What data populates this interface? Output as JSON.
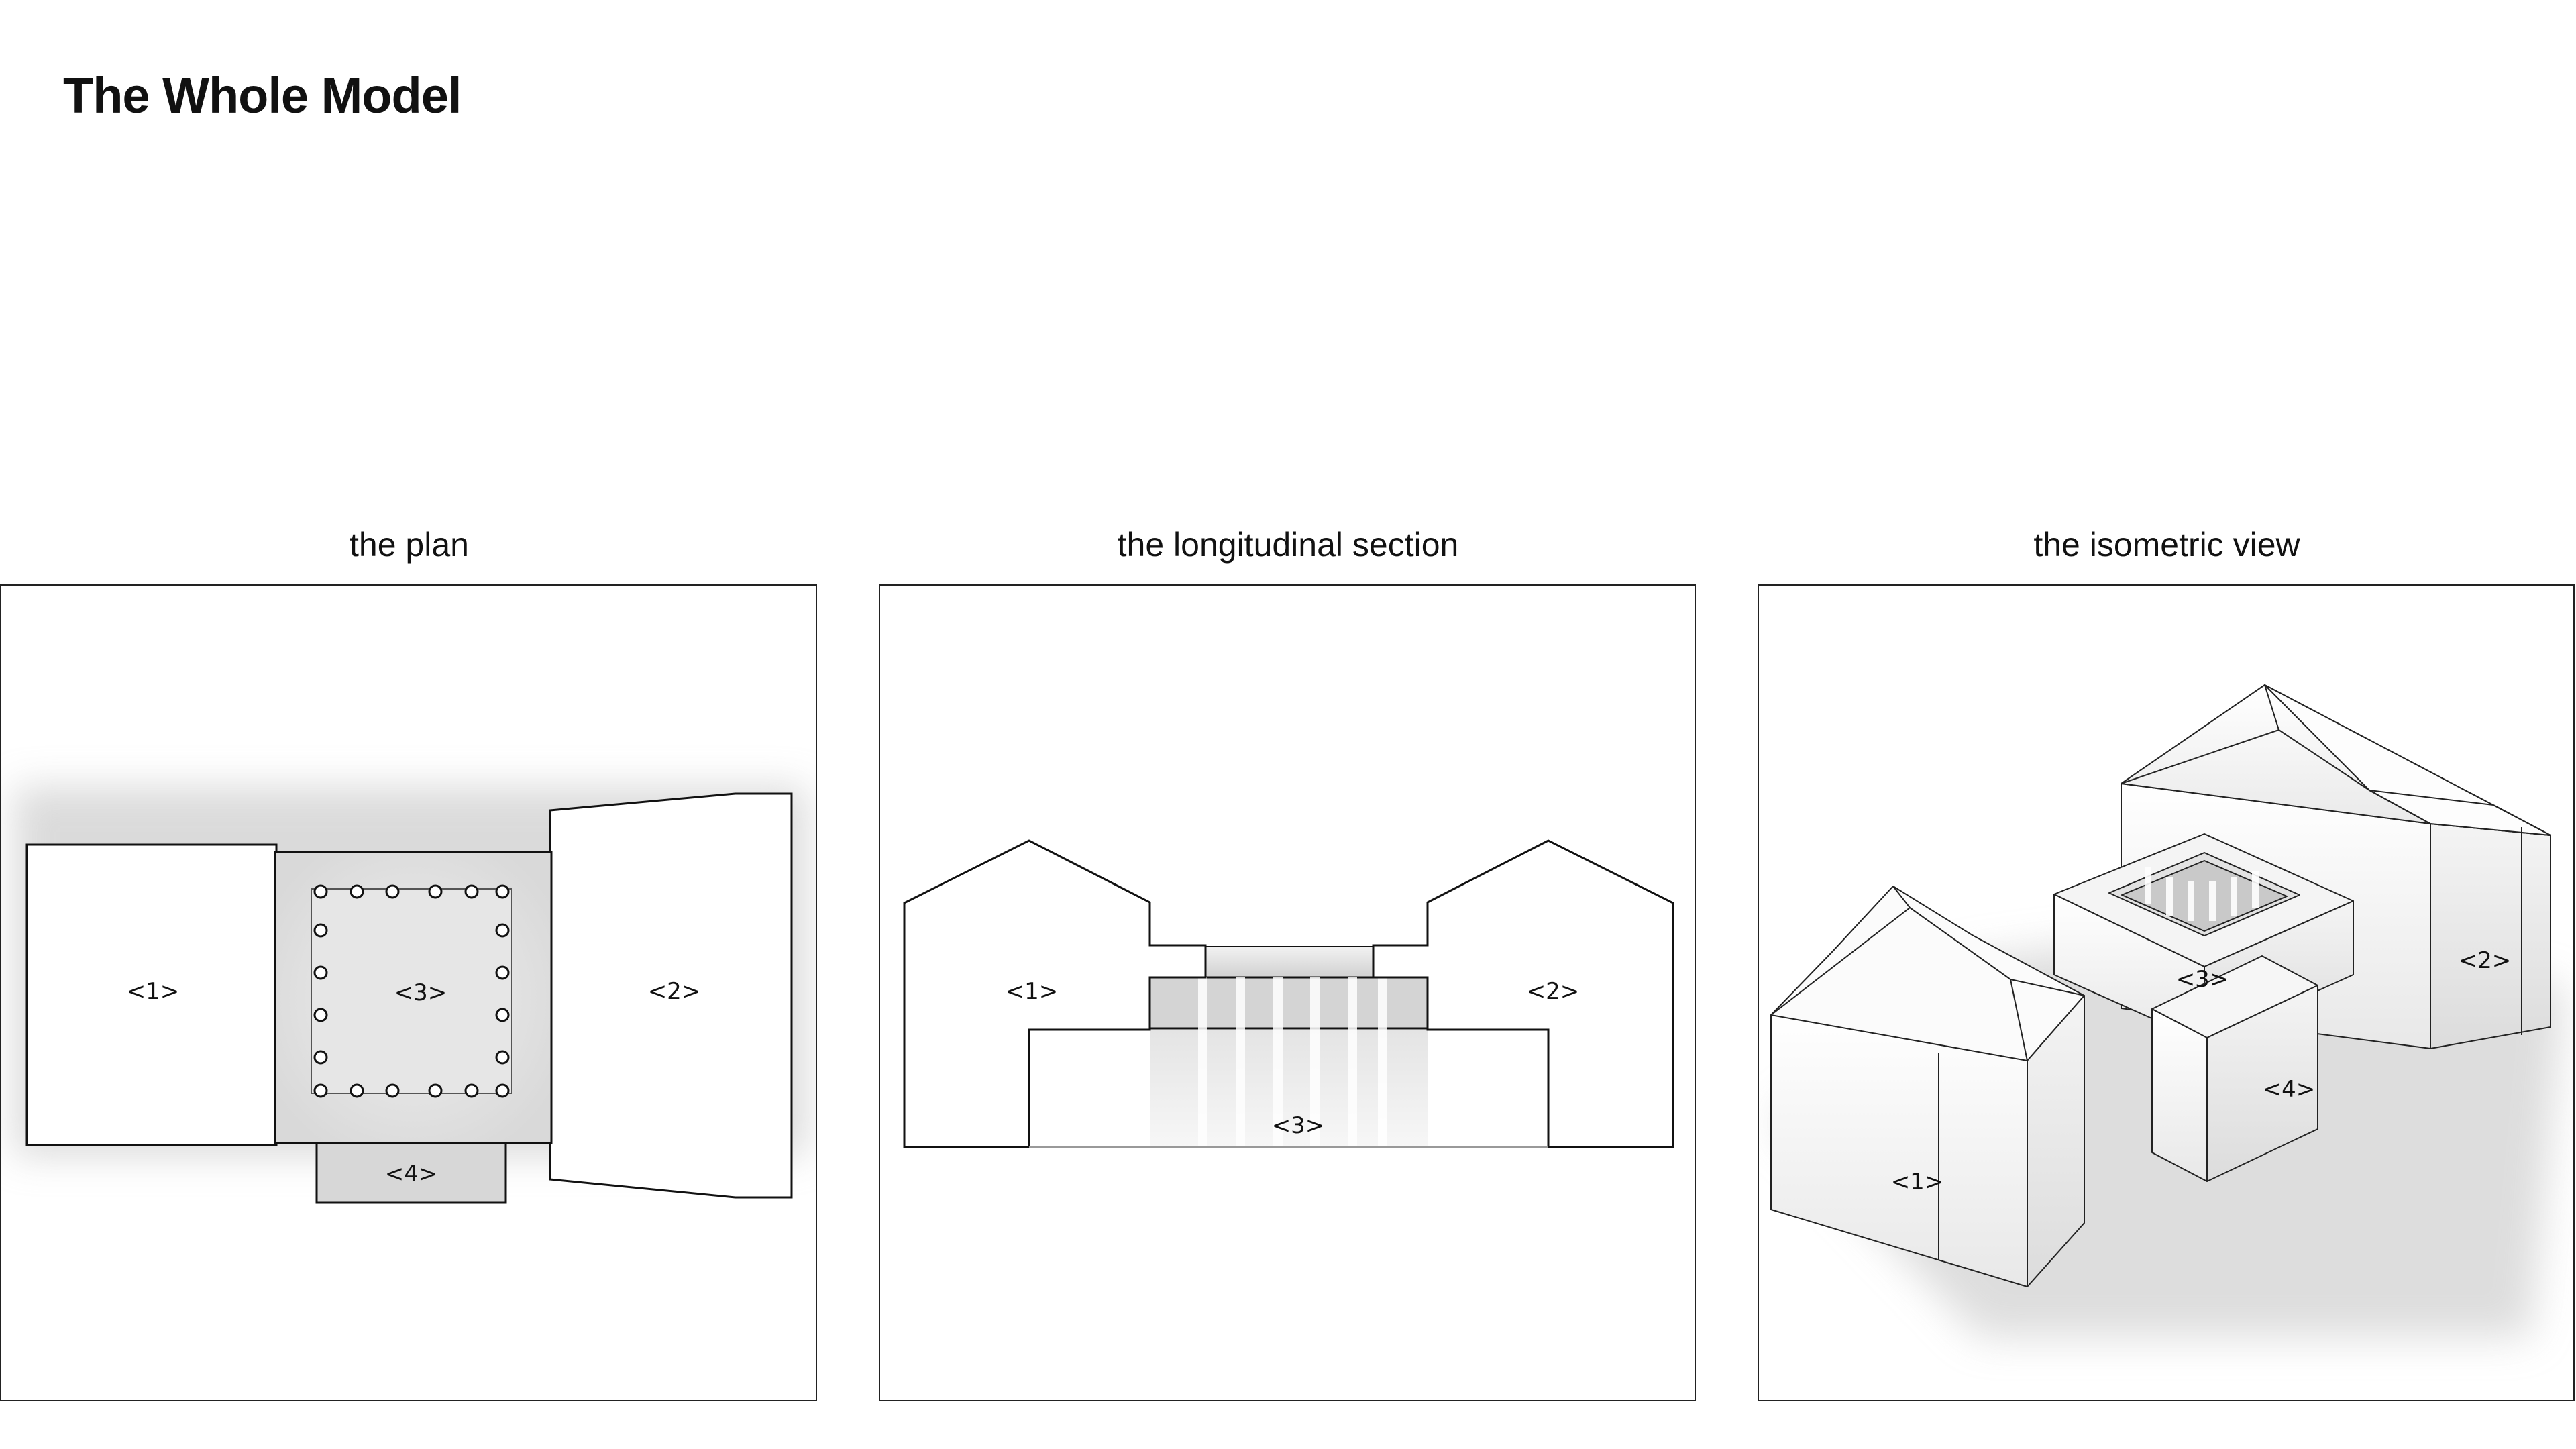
{
  "title": "The Whole Model",
  "panels": [
    {
      "caption": "the plan",
      "labels": [
        "<1>",
        "<2>",
        "<3>",
        "<4>"
      ]
    },
    {
      "caption": "the longitudinal section",
      "labels": [
        "<1>",
        "<2>",
        "<3>"
      ]
    },
    {
      "caption": "the isometric view",
      "labels": [
        "<1>",
        "<2>",
        "<3>",
        "<4>"
      ]
    }
  ]
}
